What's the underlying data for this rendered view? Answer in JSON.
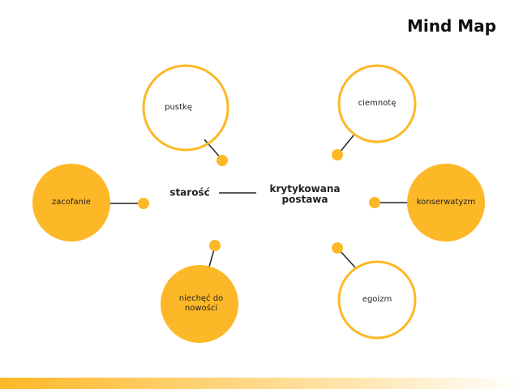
{
  "title": "Mind Map",
  "accent_color": "#FDB827",
  "center": {
    "left": "starość",
    "right_line1": "krytykowana",
    "right_line2": "postawa"
  },
  "nodes": {
    "pustke": "pustkę",
    "ciemnote": "ciemnotę",
    "zacofanie": "zacofanie",
    "konserwatyzm": "konserwatyzm",
    "niechec_line1": "niechęć do",
    "niechec_line2": "nowości",
    "egoizm": "egoizm"
  }
}
